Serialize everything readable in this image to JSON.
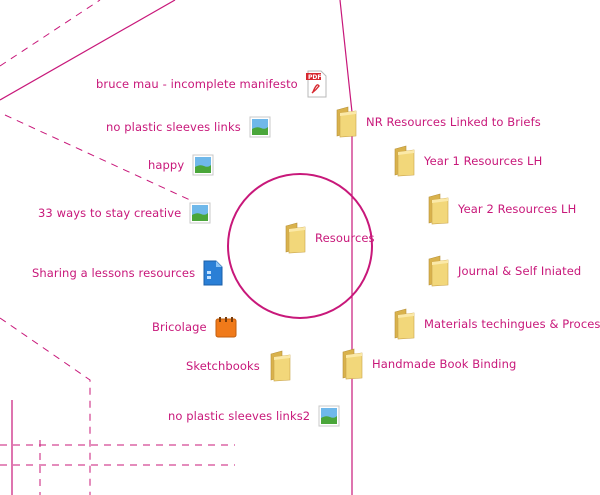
{
  "colors": {
    "accent": "#c8187a",
    "folder": "#f2d77a",
    "folder_dark": "#d9b24c"
  },
  "center": {
    "label": "Resources",
    "icon": "folder-icon"
  },
  "items": [
    {
      "label": "bruce mau - incomplete manifesto",
      "icon": "pdf-icon"
    },
    {
      "label": "no plastic sleeves links",
      "icon": "image-icon"
    },
    {
      "label": "happy",
      "icon": "image-icon"
    },
    {
      "label": "33 ways to stay creative",
      "icon": "image-icon"
    },
    {
      "label": "Sharing a lessons resources",
      "icon": "document-icon"
    },
    {
      "label": "Bricolage",
      "icon": "notebook-icon"
    },
    {
      "label": "Sketchbooks",
      "icon": "folder-icon"
    },
    {
      "label": "no plastic sleeves links2",
      "icon": "image-icon"
    },
    {
      "label": "NR Resources Linked to Briefs",
      "icon": "folder-icon"
    },
    {
      "label": "Year 1 Resources LH",
      "icon": "folder-icon"
    },
    {
      "label": "Year 2 Resources LH",
      "icon": "folder-icon"
    },
    {
      "label": "Journal & Self Iniated",
      "icon": "folder-icon"
    },
    {
      "label": "Materials techingues & Processes",
      "icon": "folder-icon"
    },
    {
      "label": "Handmade Book Binding",
      "icon": "folder-icon"
    }
  ]
}
